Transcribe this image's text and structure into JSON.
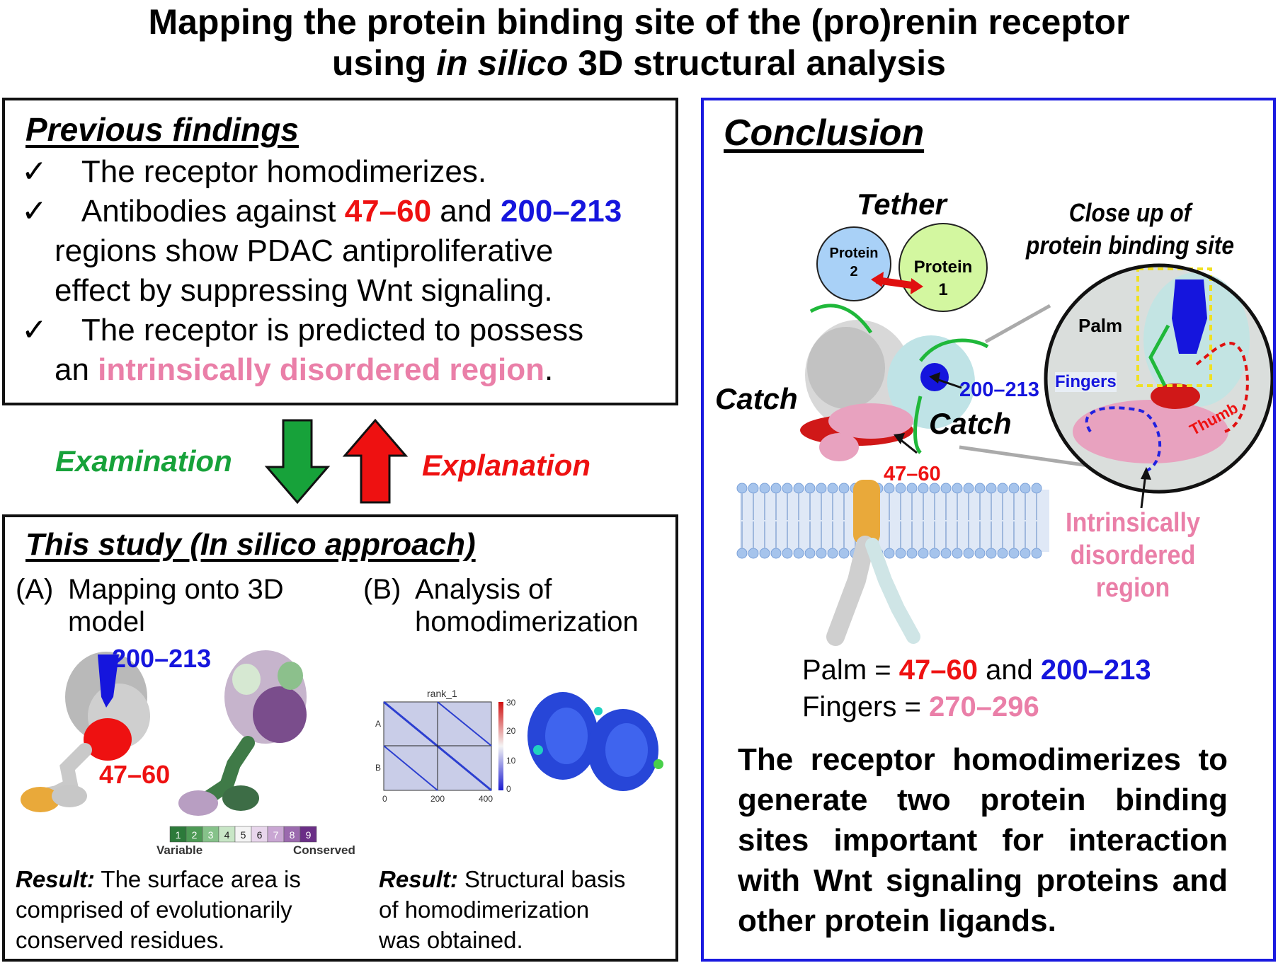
{
  "title": {
    "line1": "Mapping the protein binding site of the (pro)renin receptor",
    "line2_pre": "using ",
    "line2_italic": "in silico",
    "line2_post": " 3D structural analysis"
  },
  "previous": {
    "heading": "Previous findings",
    "check": "✓",
    "item1": "The receptor homodimerizes.",
    "item2_pre": "Antibodies against ",
    "item2_red": "47–60",
    "item2_mid": " and ",
    "item2_blue": "200–213",
    "item2_line2": "regions show PDAC antiproliferative",
    "item2_line3": "effect by suppressing Wnt signaling.",
    "item3_line1": "The receptor is predicted to possess",
    "item3_pre": "an ",
    "item3_pink": "intrinsically disordered region",
    "item3_post": "."
  },
  "arrows": {
    "examination": "Examination",
    "explanation": "Explanation",
    "down_color": "#17a23a",
    "up_color": "#ee1111"
  },
  "study": {
    "heading": "This study (In silico approach)",
    "a_label": "(A)",
    "a_line1": "Mapping onto 3D",
    "a_line2": "model",
    "b_label": "(B)",
    "b_line1": "Analysis of",
    "b_line2": "homodimerization",
    "a_blue": "200–213",
    "a_red": "47–60",
    "scale": [
      "1",
      "2",
      "3",
      "4",
      "5",
      "6",
      "7",
      "8",
      "9"
    ],
    "scale_low": "Variable",
    "scale_high": "Conserved",
    "heatmap_title": "rank_1",
    "heatmap_yticks": [
      "A",
      "B"
    ],
    "heatmap_xticks": [
      "0",
      "200",
      "400"
    ],
    "heatmap_cbar": [
      "30",
      "20",
      "10",
      "0"
    ],
    "result_label": "Result:",
    "a_result_l1": " The surface area is",
    "a_result_l2": "comprised of evolutionarily",
    "a_result_l3": "conserved residues.",
    "b_result_l1": " Structural basis",
    "b_result_l2": "of homodimerization",
    "b_result_l3": "was obtained."
  },
  "conclusion": {
    "heading": "Conclusion",
    "tether": "Tether",
    "protein2_l1": "Protein",
    "protein2_l2": "2",
    "protein1_l1": "Protein",
    "protein1_l2": "1",
    "catch_left": "Catch",
    "catch_right": "Catch",
    "label_200": "200–213",
    "label_47": "47–60",
    "closeup_l1": "Close up of",
    "closeup_l2": "protein binding site",
    "palm": "Palm",
    "fingers": "Fingers",
    "thumb": "Thumb",
    "idr_l1": "Intrinsically",
    "idr_l2": "disordered",
    "idr_l3": "region",
    "eq1_pre": "Palm = ",
    "eq1_red": "47–60",
    "eq1_mid": " and ",
    "eq1_blue": "200–213",
    "eq2_pre": "Fingers = ",
    "eq2_pink": "270–296",
    "final": "The receptor homodimerizes to generate two protein binding sites important for interaction with Wnt signaling proteins and other protein ligands."
  }
}
